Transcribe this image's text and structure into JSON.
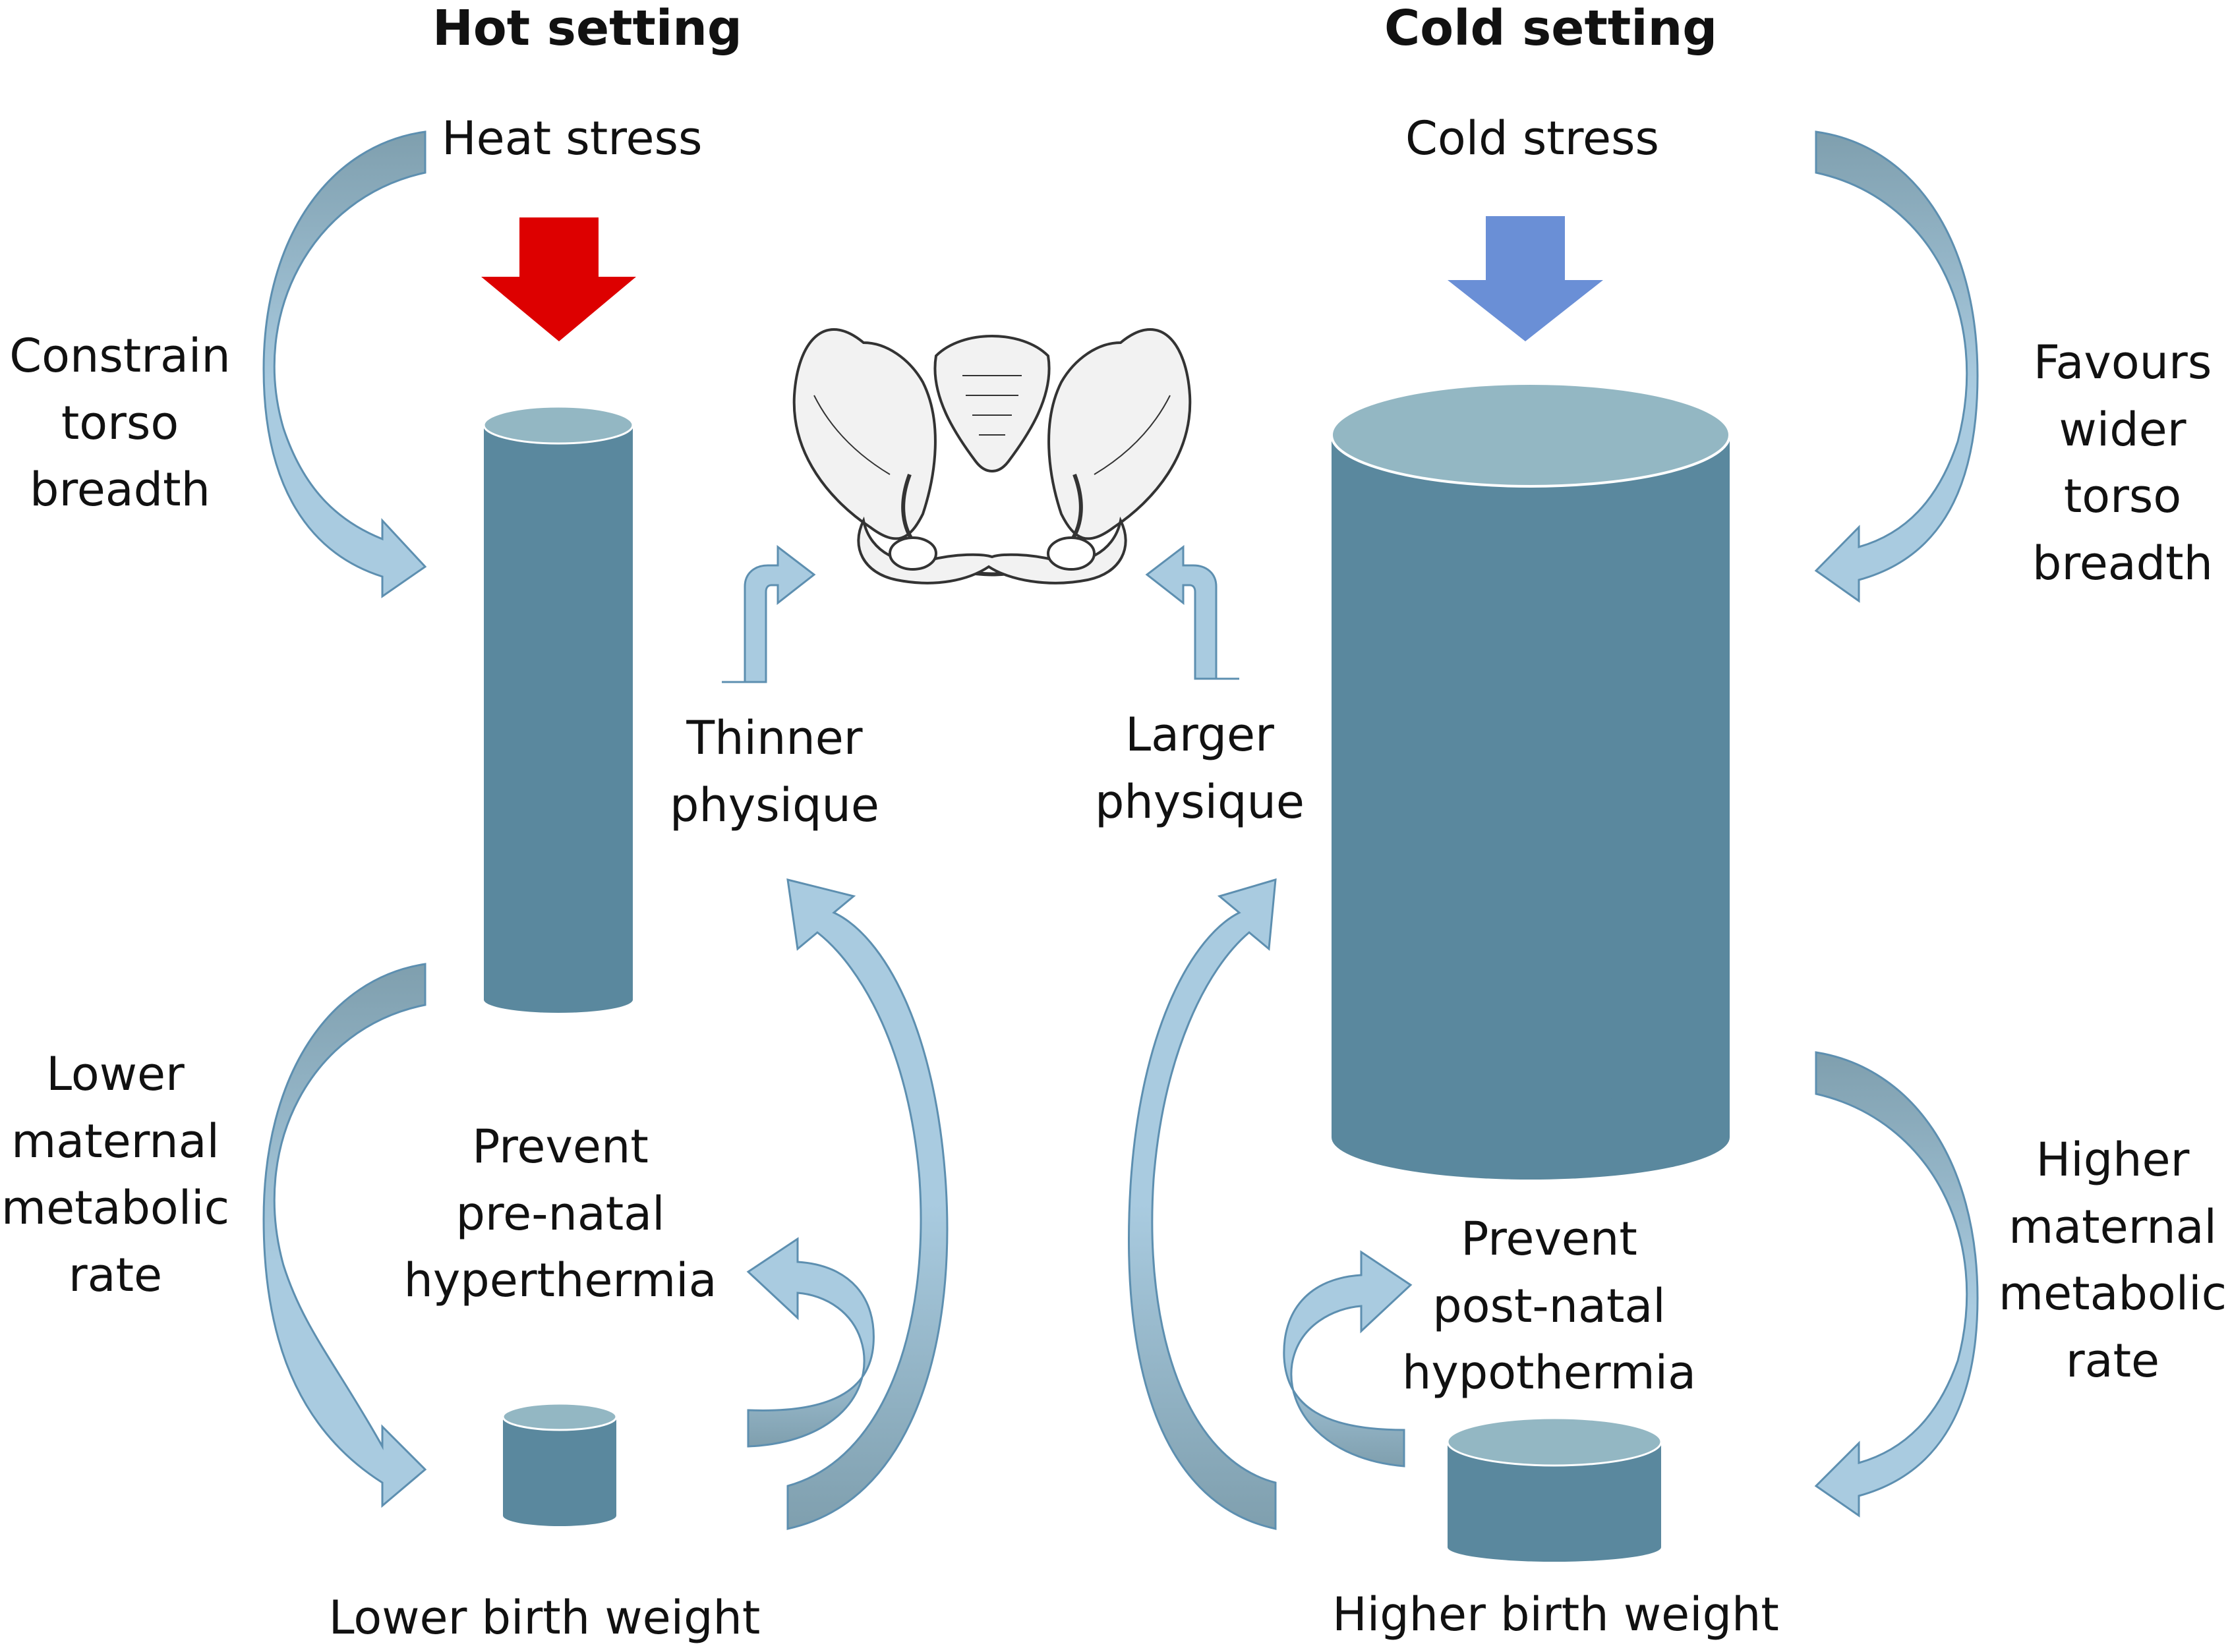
{
  "colors": {
    "cylinder_body": "#5a889e",
    "cylinder_top": "#93b7c3",
    "arrow_light": "#a9cbe0",
    "arrow_dark": "#7f9fae",
    "arrow_outline": "#5d8fb0",
    "hot_arrow": "#dd0000",
    "cold_arrow": "#6a8fd6",
    "text": "#111111"
  },
  "hot": {
    "title": "Hot setting",
    "stress": "Heat stress",
    "constrain": [
      "Constrain",
      "torso",
      "breadth"
    ],
    "maternal": [
      "Lower",
      "maternal",
      "metabolic",
      "rate"
    ],
    "prevent": [
      "Prevent",
      "pre-natal",
      "hyperthermia"
    ],
    "physique": [
      "Thinner",
      "physique"
    ],
    "birth": "Lower birth weight"
  },
  "cold": {
    "title": "Cold setting",
    "stress": "Cold stress",
    "favours": [
      "Favours",
      "wider",
      "torso",
      "breadth"
    ],
    "maternal": [
      "Higher",
      "maternal",
      "metabolic",
      "rate"
    ],
    "prevent": [
      "Prevent",
      "post-natal",
      "hypothermia"
    ],
    "physique": [
      "Larger",
      "physique"
    ],
    "birth": "Higher birth weight"
  },
  "icons": {
    "pelvis": "pelvis-illustration",
    "hot_arrow": "down-arrow-icon",
    "cold_arrow": "down-arrow-icon"
  }
}
